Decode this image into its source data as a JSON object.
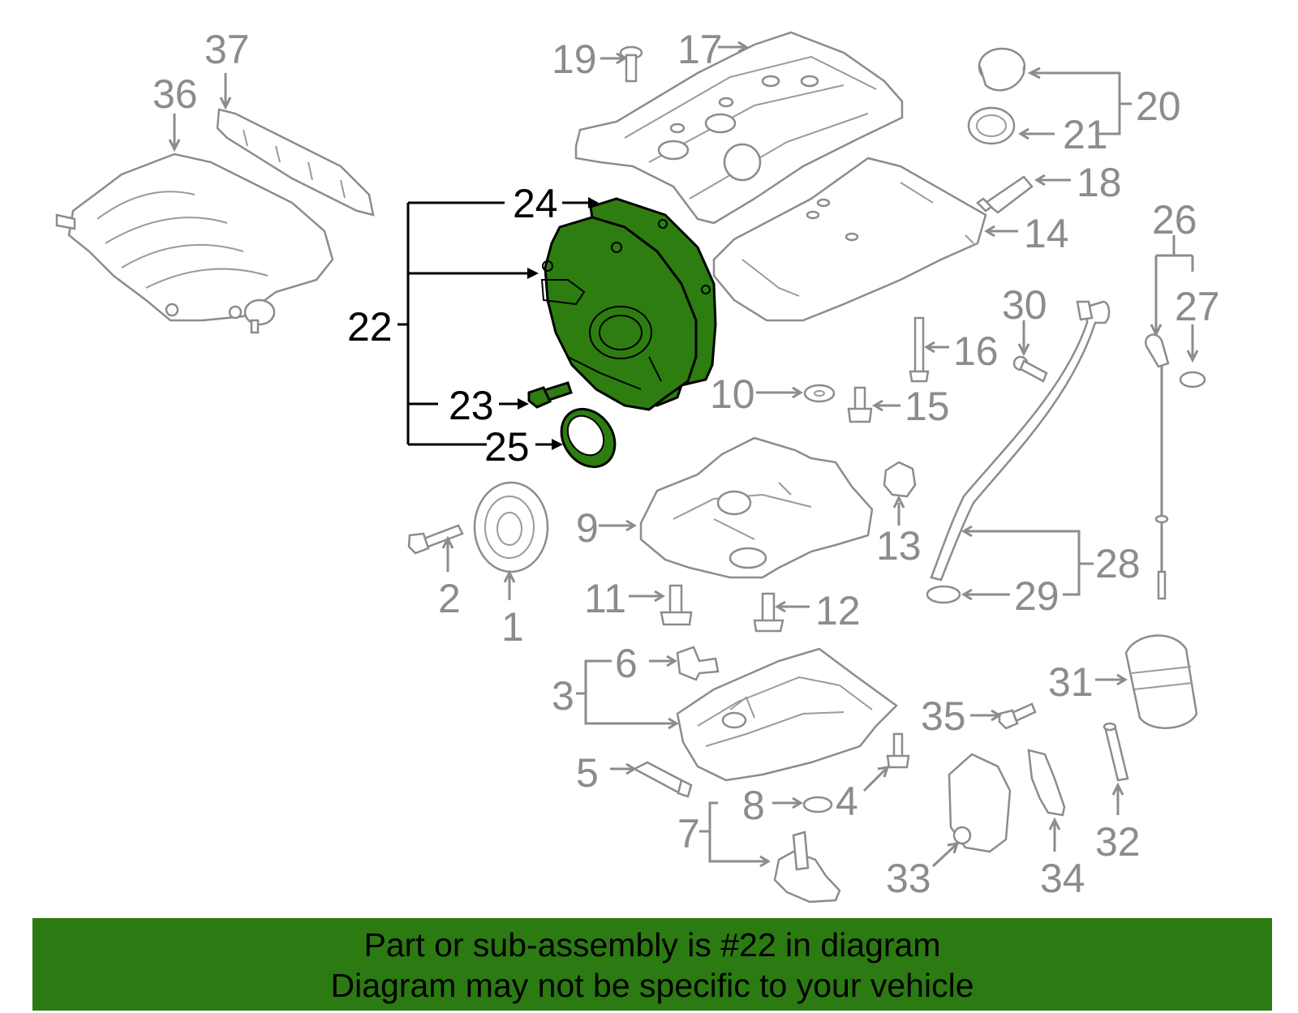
{
  "callouts": {
    "c1": "1",
    "c2": "2",
    "c3": "3",
    "c4": "4",
    "c5": "5",
    "c6": "6",
    "c7": "7",
    "c8": "8",
    "c9": "9",
    "c10": "10",
    "c11": "11",
    "c12": "12",
    "c13": "13",
    "c14": "14",
    "c15": "15",
    "c16": "16",
    "c17": "17",
    "c18": "18",
    "c19": "19",
    "c20": "20",
    "c21": "21",
    "c22": "22",
    "c23": "23",
    "c24": "24",
    "c25": "25",
    "c26": "26",
    "c27": "27",
    "c28": "28",
    "c29": "29",
    "c30": "30",
    "c31": "31",
    "c32": "32",
    "c33": "33",
    "c34": "34",
    "c35": "35",
    "c36": "36",
    "c37": "37"
  },
  "banner": {
    "line1": "Part or sub-assembly is #22 in diagram",
    "line2": "Diagram may not be specific to your vehicle"
  },
  "colors": {
    "highlight": "#2e7d10",
    "banner": "#2b7a12",
    "part_line": "#8c8c8c"
  }
}
